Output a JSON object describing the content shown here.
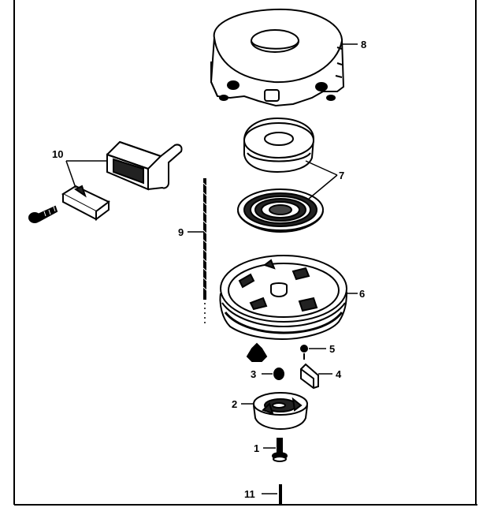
{
  "diagram": {
    "labels": {
      "housing": "8",
      "handle": "10",
      "spring_assembly": "7",
      "rope": "9",
      "pulley": "6",
      "screw_small": "5",
      "pawl": "4",
      "washer": "3",
      "cup": "2",
      "shoulder_screw": "1",
      "shaft": "11"
    },
    "colors": {
      "ink": "#000000",
      "paper": "#ffffff"
    }
  }
}
